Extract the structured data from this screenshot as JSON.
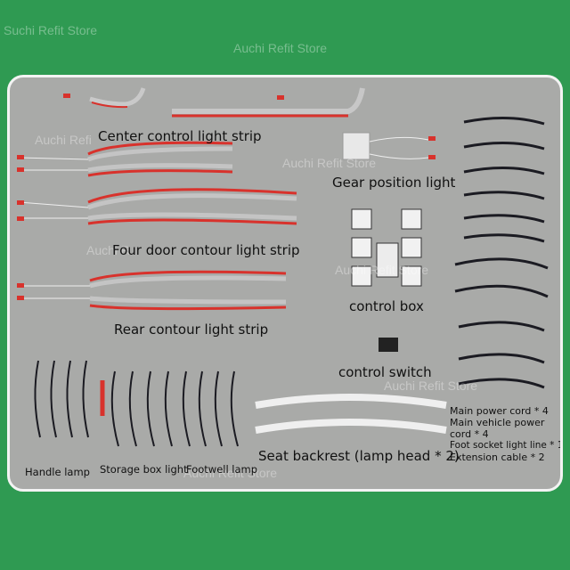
{
  "watermarks": {
    "top_left": "Suchi Refit Store",
    "top_center": "Auchi Refit Store",
    "mid_left": "Auchi Refi",
    "mid_center": "Auchi Refit Store",
    "mid_right": "Auchi Refit Store",
    "bottom_right": "Auchi Refit Store",
    "bottom_center": "Auchi Refit Store",
    "left_mid": "Auchi R"
  },
  "labels": {
    "center_strip": "Center control light strip",
    "gear": "Gear position light",
    "four_door": "Four door contour light strip",
    "control_box": "control box",
    "rear": "Rear contour light strip",
    "control_switch": "control switch",
    "seat_backrest": "Seat backrest (lamp head * 2)",
    "handle_lamp": "Handle lamp",
    "storage_box": "Storage box light",
    "footwell": "Footwell lamp"
  },
  "accessories": [
    "Main power cord * 4",
    "Main vehicle power",
    "cord * 4",
    "Foot socket light line * 1",
    "Extension cable * 2"
  ],
  "colors": {
    "background": "#2f9a52",
    "panel": "#a9aaa8",
    "strip_red": "#d8322c",
    "cable": "#1b1b22"
  }
}
